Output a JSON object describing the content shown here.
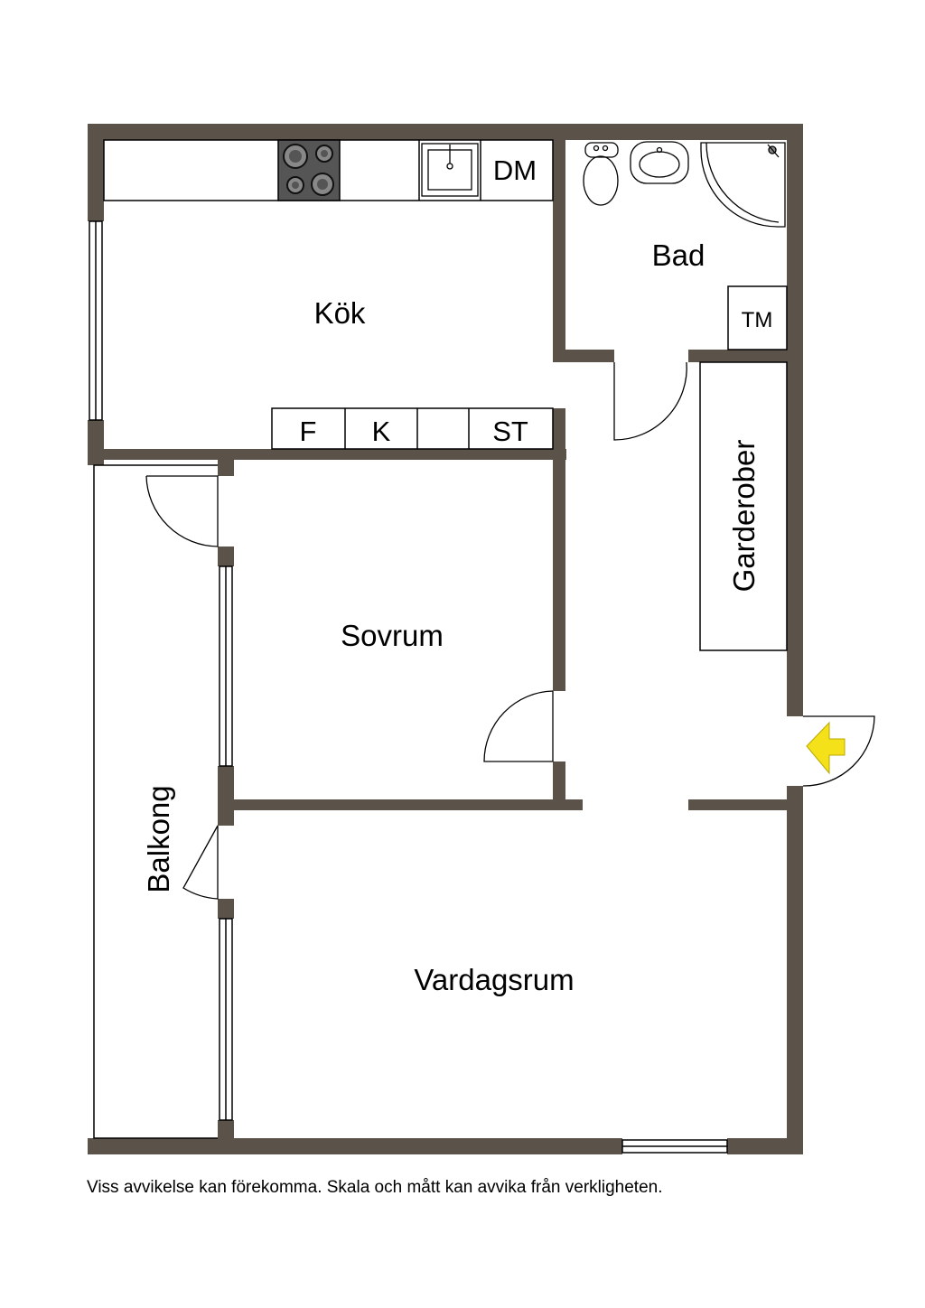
{
  "rooms": {
    "kitchen": "Kök",
    "bathroom": "Bad",
    "bedroom": "Sovrum",
    "living_room": "Vardagsrum",
    "balcony": "Balkong",
    "wardrobes": "Garderober"
  },
  "fixtures": {
    "dishwasher": "DM",
    "dryer": "TM",
    "fridge": "F",
    "freezer": "K",
    "storage": "ST"
  },
  "colors": {
    "wall": "#5b5349",
    "entrance_arrow": "#f5e11a"
  },
  "icons": {
    "entrance": "entrance-arrow-icon"
  },
  "footer": {
    "disclaimer": "Viss avvikelse kan förekomma. Skala och mått kan avvika från verkligheten."
  }
}
